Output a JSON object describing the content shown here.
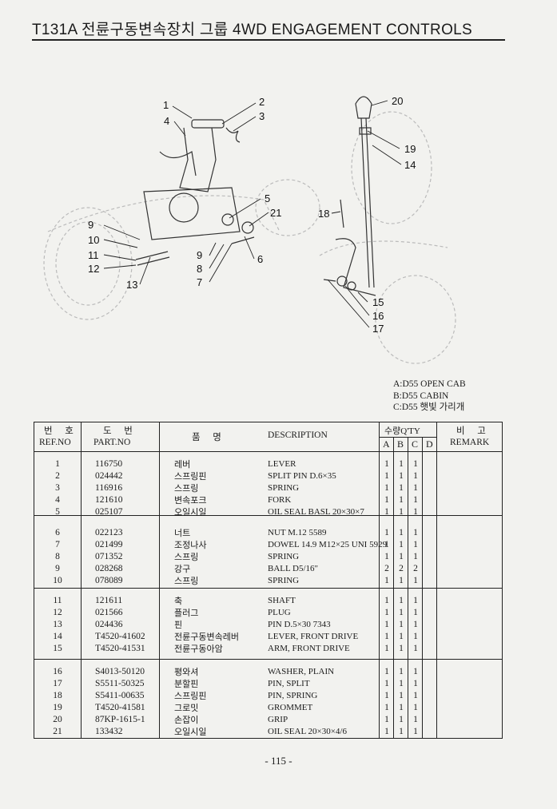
{
  "header": {
    "title": "T131A 전륜구동변속장치 그룹 4WD ENGAGEMENT CONTROLS"
  },
  "diagram": {
    "callouts": [
      "1",
      "2",
      "3",
      "4",
      "5",
      "21",
      "9",
      "10",
      "11",
      "12",
      "13",
      "9",
      "8",
      "7",
      "6",
      "20",
      "19",
      "14",
      "18",
      "15",
      "16",
      "17"
    ]
  },
  "legend": [
    "A:D55 OPEN CAB",
    "B:D55 CABIN",
    "C:D55 햇빛 가리개"
  ],
  "table": {
    "headers": {
      "ref_ko": "번 호",
      "ref_en": "REF.NO",
      "part_ko": "도 번",
      "part_en": "PART.NO",
      "name_ko": "품 명",
      "desc_en": "DESCRIPTION",
      "qty_ko": "수량",
      "qty_en": "Q'TY",
      "qty_cols": [
        "A",
        "B",
        "C",
        "D"
      ],
      "remark_ko": "비 고",
      "remark_en": "REMARK"
    },
    "rows": [
      {
        "ref": "1",
        "part": "116750",
        "ko": "레버",
        "desc": "LEVER",
        "a": "1",
        "b": "1",
        "c": "1",
        "d": ""
      },
      {
        "ref": "2",
        "part": "024442",
        "ko": "스프링핀",
        "desc": "SPLIT PIN D.6×35",
        "a": "1",
        "b": "1",
        "c": "1",
        "d": ""
      },
      {
        "ref": "3",
        "part": "116916",
        "ko": "스프링",
        "desc": "SPRING",
        "a": "1",
        "b": "1",
        "c": "1",
        "d": ""
      },
      {
        "ref": "4",
        "part": "121610",
        "ko": "변속포크",
        "desc": "FORK",
        "a": "1",
        "b": "1",
        "c": "1",
        "d": ""
      },
      {
        "ref": "5",
        "part": "025107",
        "ko": "오일시일",
        "desc": "OIL SEAL BASL 20×30×7",
        "a": "1",
        "b": "1",
        "c": "1",
        "d": ""
      },
      {
        "ref": "6",
        "part": "022123",
        "ko": "너트",
        "desc": "NUT M.12 5589",
        "a": "1",
        "b": "1",
        "c": "1",
        "d": ""
      },
      {
        "ref": "7",
        "part": "021499",
        "ko": "조정나사",
        "desc": "DOWEL 14.9 M12×25 UNI 5929",
        "a": "1",
        "b": "1",
        "c": "1",
        "d": ""
      },
      {
        "ref": "8",
        "part": "071352",
        "ko": "스프링",
        "desc": "SPRING",
        "a": "1",
        "b": "1",
        "c": "1",
        "d": ""
      },
      {
        "ref": "9",
        "part": "028268",
        "ko": "강구",
        "desc": "BALL D5/16\"",
        "a": "2",
        "b": "2",
        "c": "2",
        "d": ""
      },
      {
        "ref": "10",
        "part": "078089",
        "ko": "스프링",
        "desc": "SPRING",
        "a": "1",
        "b": "1",
        "c": "1",
        "d": ""
      },
      {
        "ref": "11",
        "part": "121611",
        "ko": "축",
        "desc": "SHAFT",
        "a": "1",
        "b": "1",
        "c": "1",
        "d": ""
      },
      {
        "ref": "12",
        "part": "021566",
        "ko": "플러그",
        "desc": "PLUG",
        "a": "1",
        "b": "1",
        "c": "1",
        "d": ""
      },
      {
        "ref": "13",
        "part": "024436",
        "ko": "핀",
        "desc": "PIN D.5×30 7343",
        "a": "1",
        "b": "1",
        "c": "1",
        "d": ""
      },
      {
        "ref": "14",
        "part": "T4520-41602",
        "ko": "전륜구동변속레버",
        "desc": "LEVER, FRONT DRIVE",
        "a": "1",
        "b": "1",
        "c": "1",
        "d": ""
      },
      {
        "ref": "15",
        "part": "T4520-41531",
        "ko": "전륜구동아암",
        "desc": "ARM, FRONT DRIVE",
        "a": "1",
        "b": "1",
        "c": "1",
        "d": ""
      },
      {
        "ref": "16",
        "part": "S4013-50120",
        "ko": "평와셔",
        "desc": "WASHER, PLAIN",
        "a": "1",
        "b": "1",
        "c": "1",
        "d": ""
      },
      {
        "ref": "17",
        "part": "S5511-50325",
        "ko": "분할핀",
        "desc": "PIN, SPLIT",
        "a": "1",
        "b": "1",
        "c": "1",
        "d": ""
      },
      {
        "ref": "18",
        "part": "S5411-00635",
        "ko": "스프링핀",
        "desc": "PIN, SPRING",
        "a": "1",
        "b": "1",
        "c": "1",
        "d": ""
      },
      {
        "ref": "19",
        "part": "T4520-41581",
        "ko": "그로밋",
        "desc": "GROMMET",
        "a": "1",
        "b": "1",
        "c": "1",
        "d": ""
      },
      {
        "ref": "20",
        "part": "87KP-1615-1",
        "ko": "손잡이",
        "desc": "GRIP",
        "a": "1",
        "b": "1",
        "c": "1",
        "d": ""
      },
      {
        "ref": "21",
        "part": "133432",
        "ko": "오일시일",
        "desc": "OIL SEAL 20×30×4/6",
        "a": "1",
        "b": "1",
        "c": "1",
        "d": ""
      }
    ]
  },
  "footer": {
    "page_number": "- 115 -"
  }
}
